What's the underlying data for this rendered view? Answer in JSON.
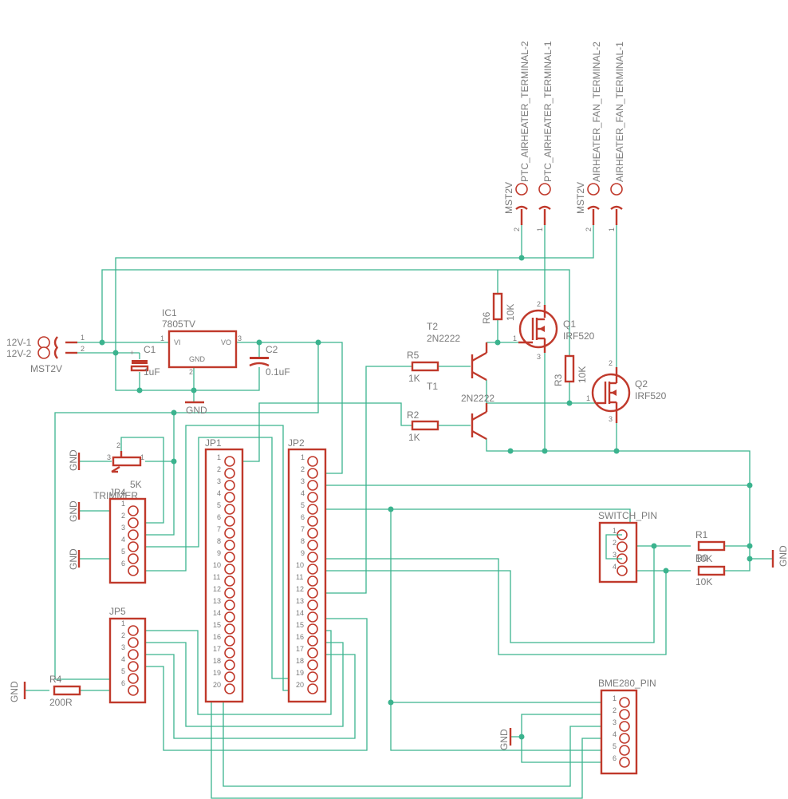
{
  "ic1": {
    "name": "IC1",
    "value": "7805TV",
    "vi": "VI",
    "vo": "VO",
    "gnd": "GND",
    "pins": [
      "1",
      "2",
      "3"
    ]
  },
  "power_in": {
    "t1": "12V-1",
    "t2": "12V-2",
    "type": "MST2V",
    "p1": "1",
    "p2": "2"
  },
  "c1": {
    "name": "C1",
    "value": "1uF",
    "plus": "+"
  },
  "c2": {
    "name": "C2",
    "value": "0.1uF"
  },
  "gnd_ic": "GND",
  "terminals": [
    {
      "label": "PTC_AIRHEATER_TERMINAL-2",
      "pin": "2"
    },
    {
      "label": "PTC_AIRHEATER_TERMINAL-1",
      "pin": "1"
    },
    {
      "label": "AIRHEATER_FAN_TERMINAL-2",
      "pin": "2"
    },
    {
      "label": "AIRHEATER_FAN_TERMINAL-1",
      "pin": "1"
    }
  ],
  "mst_a": "MST2V",
  "mst_b": "MST2V",
  "r6": {
    "name": "R6",
    "value": "10K"
  },
  "r3": {
    "name": "R3",
    "value": "10K"
  },
  "q1": {
    "name": "Q1",
    "value": "IRF520",
    "p1": "1",
    "p2": "2",
    "p3": "3"
  },
  "q2": {
    "name": "Q2",
    "value": "IRF520",
    "p1": "1",
    "p2": "2",
    "p3": "3"
  },
  "t2": {
    "name": "T2",
    "value": "2N2222"
  },
  "t1": {
    "name": "T1",
    "value": "2N2222"
  },
  "r5": {
    "name": "R5",
    "value": "1K"
  },
  "r2": {
    "name": "R2",
    "value": "1K"
  },
  "trimmer": {
    "name": "TRIMMER",
    "value": "5K",
    "p1": "1",
    "p2": "2",
    "p3": "3"
  },
  "jp4": {
    "name": "JP4",
    "pins": [
      "1",
      "2",
      "3",
      "4",
      "5",
      "6"
    ]
  },
  "jp5": {
    "name": "JP5",
    "pins": [
      "1",
      "2",
      "3",
      "4",
      "5",
      "6"
    ]
  },
  "jp1": {
    "name": "JP1",
    "pins": [
      "1",
      "2",
      "3",
      "4",
      "5",
      "6",
      "7",
      "8",
      "9",
      "10",
      "11",
      "12",
      "13",
      "14",
      "15",
      "16",
      "17",
      "18",
      "19",
      "20"
    ]
  },
  "jp2": {
    "name": "JP2",
    "pins": [
      "1",
      "2",
      "3",
      "4",
      "5",
      "6",
      "7",
      "8",
      "9",
      "10",
      "11",
      "12",
      "13",
      "14",
      "15",
      "16",
      "17",
      "18",
      "19",
      "20"
    ]
  },
  "switch": {
    "name": "SWITCH_PIN",
    "pins": [
      "1",
      "2",
      "3",
      "4"
    ]
  },
  "bme": {
    "name": "BME280_PIN",
    "pins": [
      "1",
      "2",
      "3",
      "4",
      "5",
      "6"
    ]
  },
  "r1": {
    "name": "R1",
    "value": "10K"
  },
  "r0": {
    "name": "R0",
    "value": "10K"
  },
  "r4": {
    "name": "R4",
    "value": "200R"
  },
  "gnd_labels": [
    "GND",
    "GND",
    "GND",
    "GND",
    "GND",
    "GND"
  ]
}
